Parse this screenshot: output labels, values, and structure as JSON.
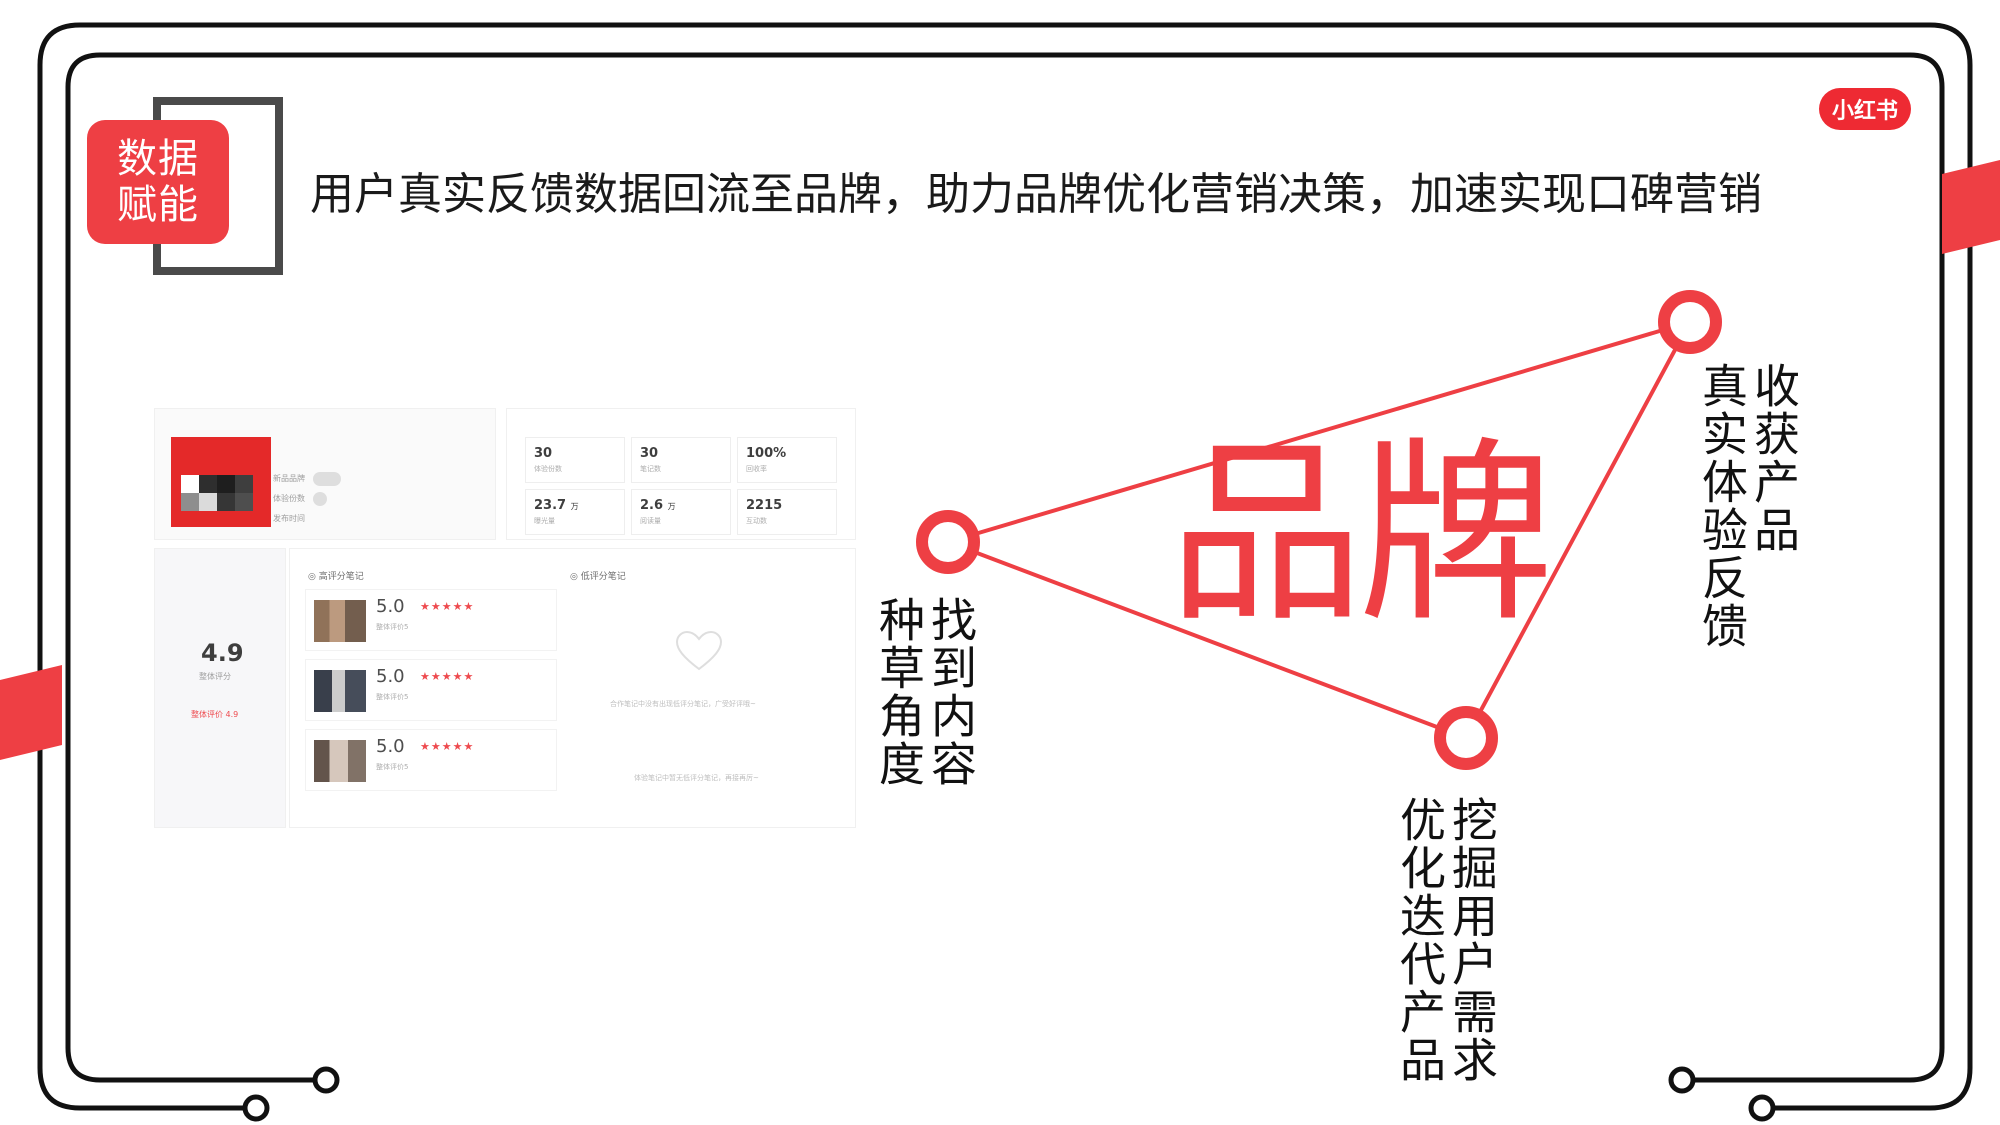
{
  "header": {
    "badge_line1": "数据",
    "badge_line2": "赋能",
    "headline": "用户真实反馈数据回流至品牌，助力品牌优化营销决策，加速实现口碑营销",
    "logo": "小红书"
  },
  "colors": {
    "accent": "#ee3f44",
    "frame": "#111111",
    "text": "#111111"
  },
  "panel": {
    "profile_labels": [
      "新品品牌",
      "体验份数",
      "发布时间"
    ],
    "stats": [
      {
        "value": "30",
        "unit": "",
        "label": "体验份数"
      },
      {
        "value": "30",
        "unit": "",
        "label": "笔记数"
      },
      {
        "value": "100%",
        "unit": "",
        "label": "回收率"
      },
      {
        "value": "23.7",
        "unit": "万",
        "label": "曝光量"
      },
      {
        "value": "2.6",
        "unit": "万",
        "label": "阅读量"
      },
      {
        "value": "2215",
        "unit": "",
        "label": "互动数"
      }
    ],
    "overall_score": "4.9",
    "overall_label": "整体评分",
    "overall_red": "整体评价 4.9",
    "high_title": "高评分笔记",
    "low_title": "低评分笔记",
    "notes": [
      {
        "score": "5.0",
        "stars": "★★★★★",
        "sub": "整体评价5"
      },
      {
        "score": "5.0",
        "stars": "★★★★★",
        "sub": "整体评价5"
      },
      {
        "score": "5.0",
        "stars": "★★★★★",
        "sub": "整体评价5"
      }
    ],
    "empty_text_1": "合作笔记中没有出现低评分笔记，广受好评哦~",
    "empty_text_2": "体验笔记中暂无低评分笔记，再接再厉~"
  },
  "diagram": {
    "brand": "品牌",
    "left_col1": "找到内容",
    "left_col2": "种草角度",
    "right_col1": "收获产品",
    "right_col2": "真实体验反馈",
    "bottom_col1": "挖掘用户需求",
    "bottom_col2": "优化迭代产品"
  }
}
